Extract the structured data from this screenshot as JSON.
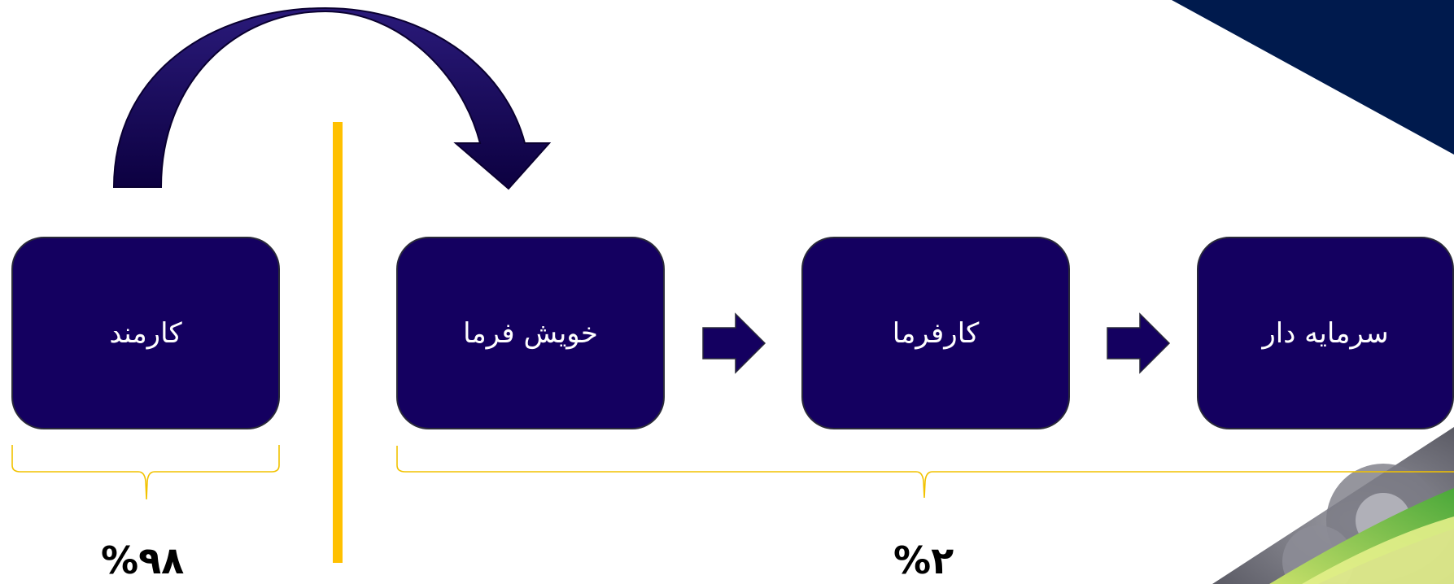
{
  "boxes": [
    {
      "id": "employee",
      "label": "کارمند"
    },
    {
      "id": "self-employed",
      "label": "خویش فرما"
    },
    {
      "id": "employer",
      "label": "کارفرما"
    },
    {
      "id": "capitalist",
      "label": "سرمایه دار"
    }
  ],
  "percentages": {
    "left": "%۹۸",
    "right": "%۲"
  },
  "colors": {
    "box_fill": "#140060",
    "arrow_fill": "#140060",
    "divider": "#FFC000",
    "brace": "#F2C200",
    "corner_navy": "#001A4D"
  }
}
